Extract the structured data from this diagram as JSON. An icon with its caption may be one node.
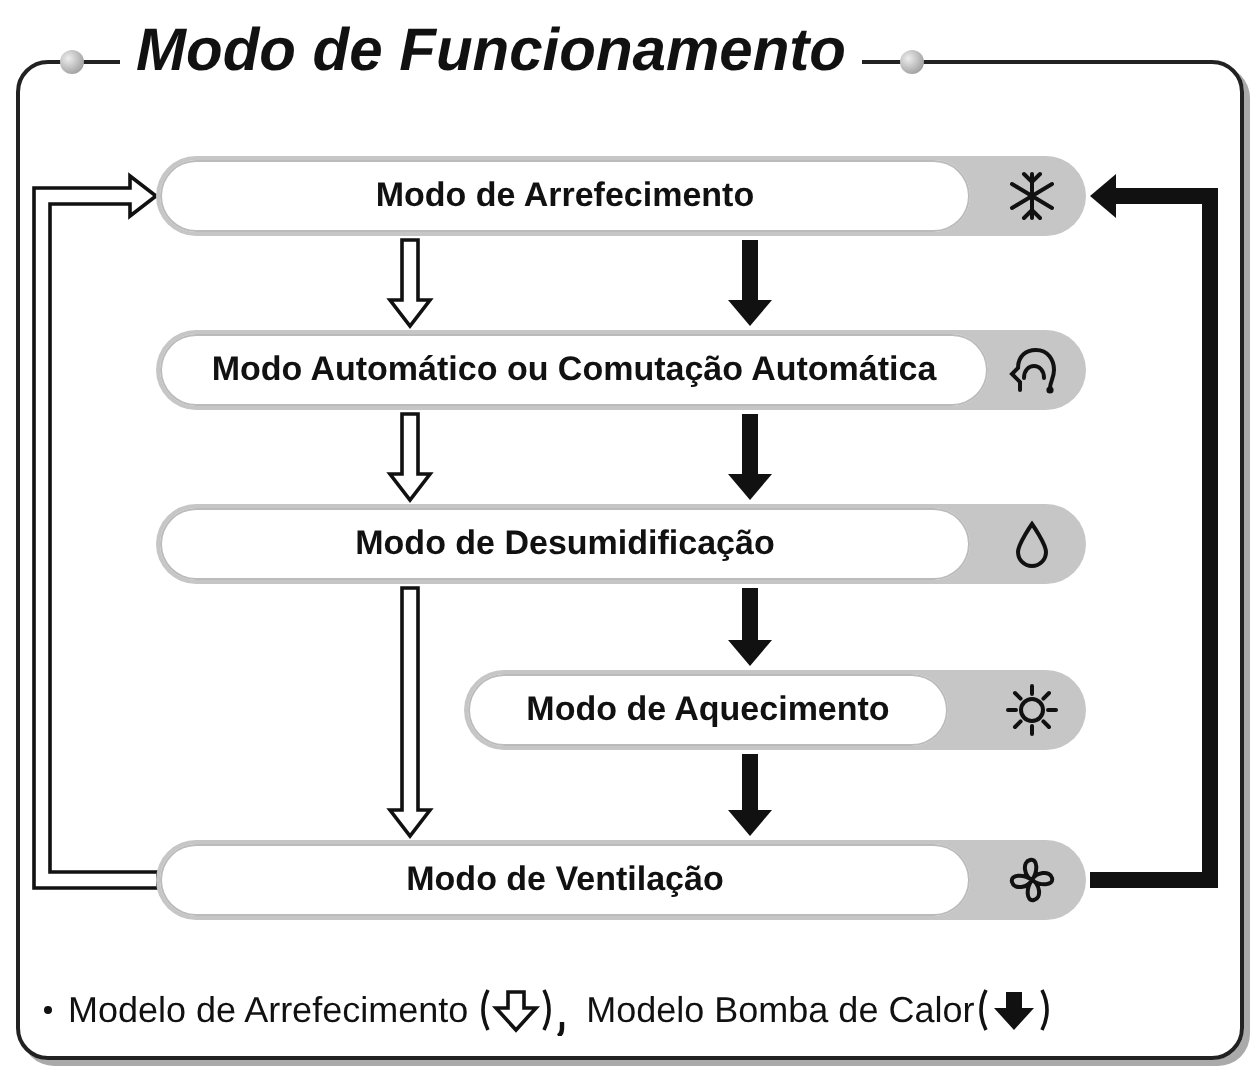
{
  "diagram": {
    "nodes": [
      {
        "text": [
          "Modo de Funcionamento"
        ]
      },
      {
        "text": [
          "Modo de Arrefecimento"
        ],
        "in": 0
      },
      {
        "text": [
          "Modo Automático ou Comutação Automática"
        ],
        "in": 0
      },
      {
        "text": [
          "Modo de Desumidificação"
        ],
        "in": 0
      },
      {
        "text": [
          "Modo de Aquecimento"
        ],
        "in": 0
      },
      {
        "text": [
          "Modo de Ventilação"
        ],
        "in": 0
      }
    ],
    "edges": [
      {
        "from": 1,
        "to": 2,
        "arrow": "to",
        "color": "#ffffff"
      },
      {
        "from": 2,
        "to": 3,
        "arrow": "to",
        "color": "#ffffff"
      },
      {
        "from": 3,
        "to": 5,
        "arrow": "to",
        "color": "#ffffff"
      },
      {
        "from": 5,
        "to": 1,
        "arrow": "to",
        "color": "#ffffff"
      },
      {
        "from": 1,
        "to": 2,
        "arrow": "to"
      },
      {
        "from": 2,
        "to": 3,
        "arrow": "to"
      },
      {
        "from": 3,
        "to": 4,
        "arrow": "to"
      },
      {
        "from": 4,
        "to": 5,
        "arrow": "to"
      },
      {
        "from": 5,
        "to": 1,
        "arrow": "to"
      }
    ],
    "legend": [
      {
        "text": "Modelo de Arrefecimento"
      },
      {
        "text": "Modelo Bomba de Calor"
      }
    ]
  }
}
